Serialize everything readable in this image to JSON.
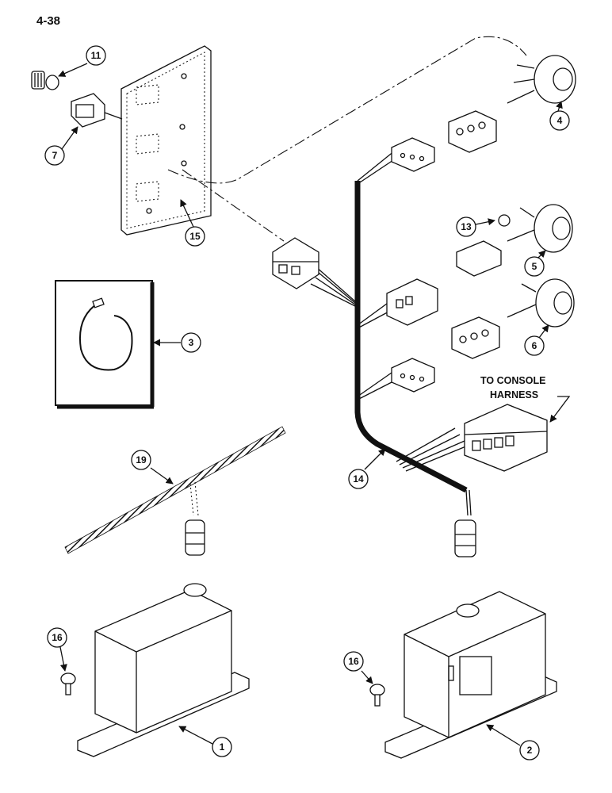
{
  "page_number": "4-38",
  "note_line1": "TO CONSOLE",
  "note_line2": "HARNESS",
  "callouts": {
    "c11": "11",
    "c7": "7",
    "c15": "15",
    "c4": "4",
    "c13": "13",
    "c5": "5",
    "c6": "6",
    "c3": "3",
    "c19": "19",
    "c14": "14",
    "c16a": "16",
    "c1": "1",
    "c16b": "16",
    "c2": "2"
  }
}
